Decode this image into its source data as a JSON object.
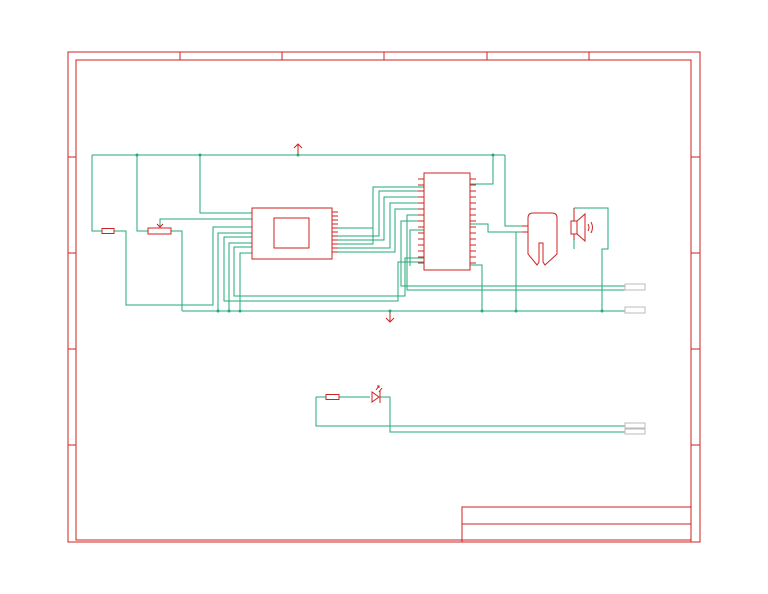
{
  "schematic": {
    "colors": {
      "frame": "#cc2222",
      "symbol": "#cc2222",
      "wire": "#22aa77",
      "connector": "#bbbbbb",
      "background": "#ffffff"
    },
    "title_block": {
      "rows": [
        "",
        "",
        ""
      ]
    },
    "components": [
      "resistor-r1",
      "potentiometer",
      "ic-lcd-module",
      "ic-microcontroller",
      "relay",
      "speaker",
      "resistor-r2",
      "led",
      "power-arrow-up",
      "ground-arrow-down",
      "connector"
    ]
  }
}
